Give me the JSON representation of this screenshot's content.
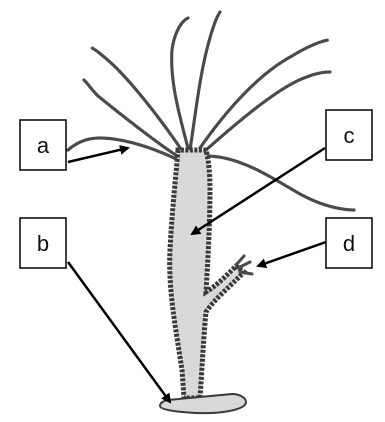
{
  "labels": {
    "a": "a",
    "b": "b",
    "c": "c",
    "d": "d"
  },
  "colors": {
    "body_fill": "#d9d9d9",
    "outline": "#3a3a3a",
    "arrow": "#000000",
    "box_border": "#000000",
    "label_text": "#111111"
  }
}
